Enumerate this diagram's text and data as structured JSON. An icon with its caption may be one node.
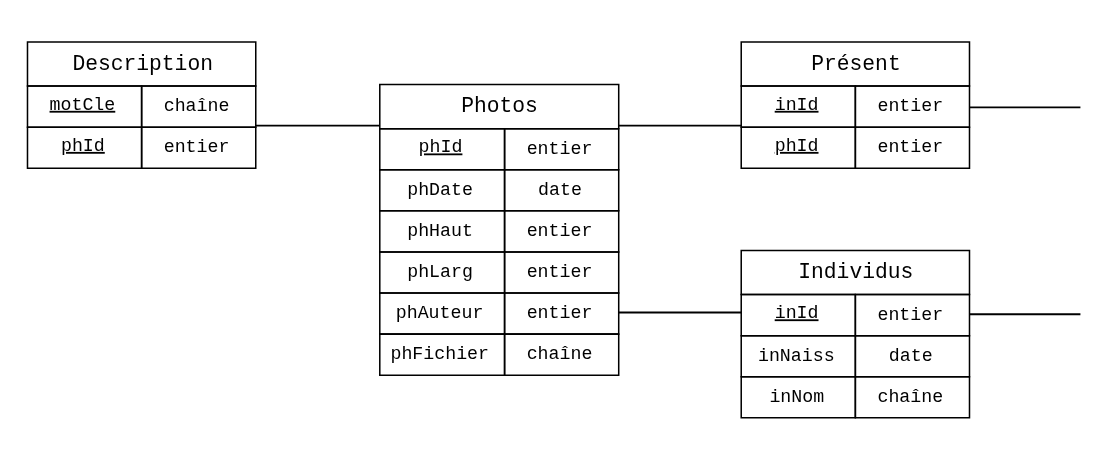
{
  "diagram": {
    "nodes": [
      {
        "text": [
          "Description",
          "motCle",
          "chaîne",
          "phId",
          "entier"
        ]
      },
      {
        "text": [
          "Photos",
          "phId",
          "entier",
          "phDate",
          "date",
          "phHaut",
          "entier",
          "phLarg",
          "entier",
          "phAuteur",
          "entier",
          "phFichier",
          "chaîne"
        ]
      },
      {
        "text": [
          "Présent",
          "inId",
          "entier",
          "phId",
          "entier"
        ]
      },
      {
        "text": [
          "Individus",
          "inId",
          "entier",
          "inNaiss",
          "date",
          "inNom",
          "chaîne"
        ]
      }
    ],
    "edges": [
      {
        "from": 0,
        "to": 1,
        "arrow": "none"
      },
      {
        "from": 1,
        "to": 2,
        "arrow": "none"
      },
      {
        "from": 1,
        "to": 3,
        "arrow": "none"
      },
      {
        "from": 2,
        "to": null,
        "arrow": "none"
      },
      {
        "from": 3,
        "to": null,
        "arrow": "none"
      }
    ]
  }
}
